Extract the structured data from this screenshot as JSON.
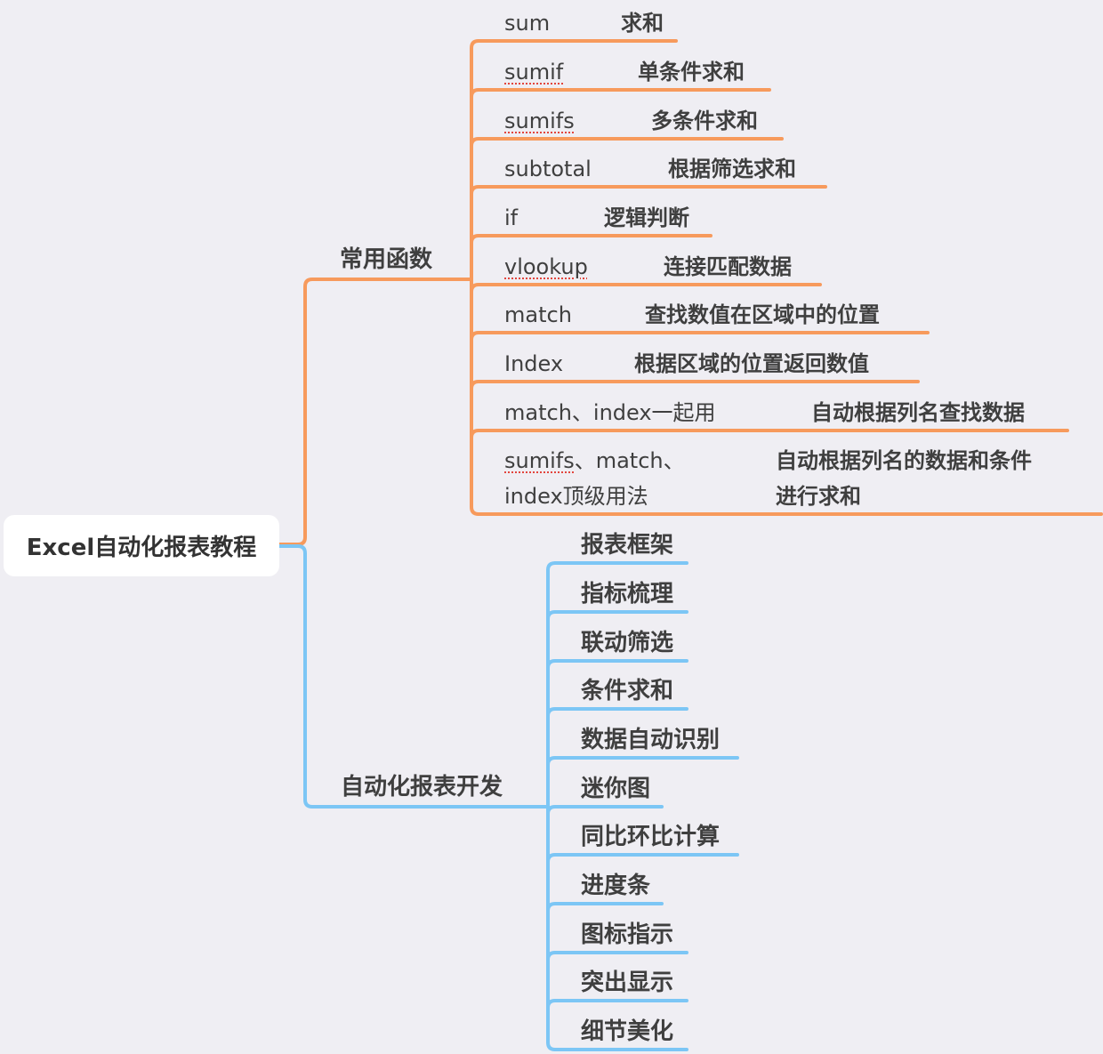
{
  "root": {
    "label": "Excel自动化报表教程"
  },
  "colors": {
    "orange": "#f79a5c",
    "blue": "#7cc6f5",
    "text": "#3f3f3f",
    "background": "#efeef3",
    "node": "#ffffff"
  },
  "branches": [
    {
      "label": "常用函数",
      "items": [
        {
          "fn": "sum",
          "desc": "求和"
        },
        {
          "fn": "sumif",
          "desc": "单条件求和"
        },
        {
          "fn": "sumifs",
          "desc": "多条件求和"
        },
        {
          "fn": "subtotal",
          "desc": "根据筛选求和"
        },
        {
          "fn": "if",
          "desc": "逻辑判断"
        },
        {
          "fn": "vlookup",
          "desc": "连接匹配数据"
        },
        {
          "fn": "match",
          "desc": "查找数值在区域中的位置"
        },
        {
          "fn": "Index",
          "desc": "根据区域的位置返回数值"
        },
        {
          "fn": "match、index一起用",
          "desc": "自动根据列名查找数据"
        },
        {
          "fn_line1_marked": "sumifs",
          "fn_line1_rest": "、match、",
          "fn_line2": "index顶级用法",
          "desc_line1": "自动根据列名的数据和条件",
          "desc_line2": "进行求和"
        }
      ]
    },
    {
      "label": "自动化报表开发",
      "items": [
        "报表框架",
        "指标梳理",
        "联动筛选",
        "条件求和",
        "数据自动识别",
        "迷你图",
        "同比环比计算",
        "进度条",
        "图标指示",
        "突出显示",
        "细节美化"
      ]
    }
  ]
}
